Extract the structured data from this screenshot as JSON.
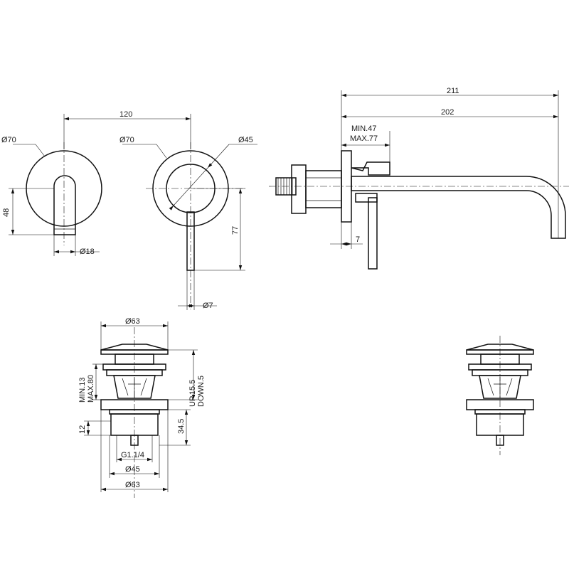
{
  "dimensions": {
    "d70_left": "Ø70",
    "d70_mid": "Ø70",
    "d45_top": "Ø45",
    "w120": "120",
    "h48": "48",
    "d18": "Ø18",
    "h77": "77",
    "d7": "Ø7",
    "w211": "211",
    "w202": "202",
    "min47": "MIN.47",
    "max77": "MAX.77",
    "w7": "7",
    "d63_top": "Ø63",
    "min13": "MIN.13",
    "max80": "MAX.80",
    "up155": "UP.15.5",
    "down5": "DOWN.5",
    "h345": "34.5",
    "h12": "12",
    "thread": "G1.1/4",
    "d45_bottom": "Ø45",
    "d63_bottom": "Ø63"
  }
}
